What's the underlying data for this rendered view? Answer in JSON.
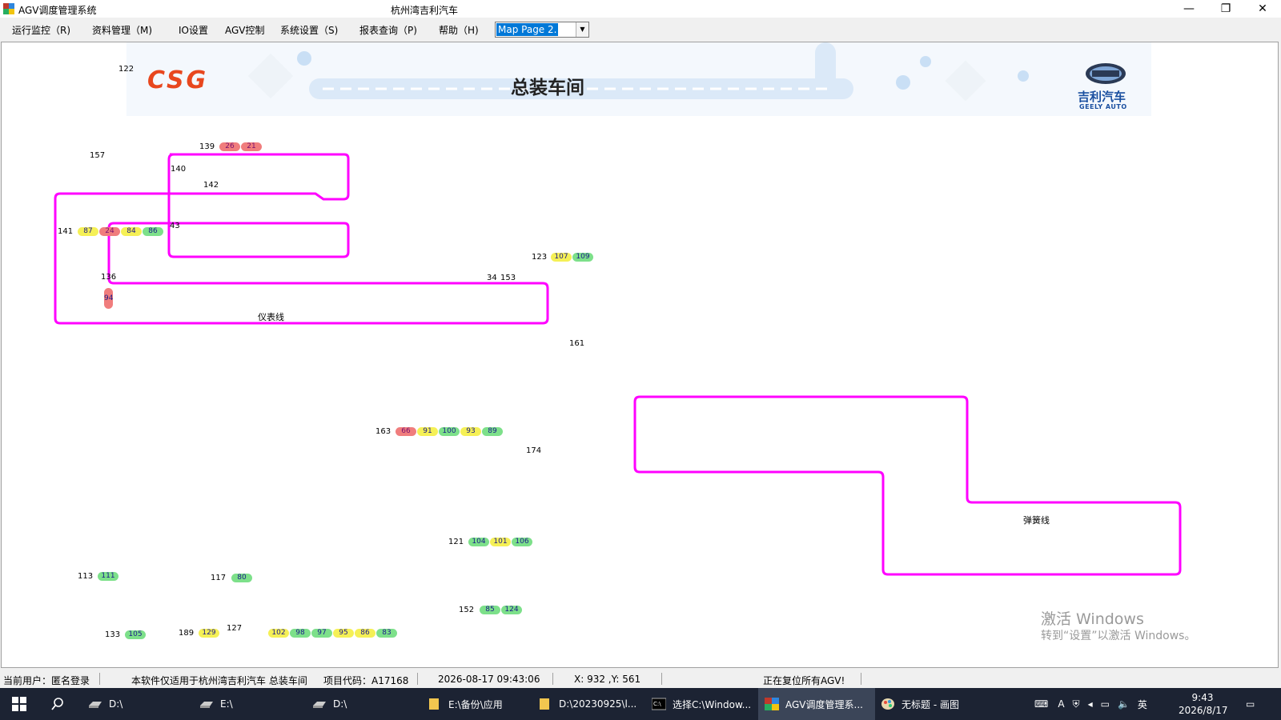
{
  "window": {
    "title": "AGV调度管理系统",
    "center_title": "杭州湾吉利汽车",
    "minimize": "—",
    "restore": "❐",
    "close": "✕"
  },
  "menu": [
    {
      "label": "运行监控（R)"
    },
    {
      "label": "资料管理（M)"
    },
    {
      "label": "IO设置"
    },
    {
      "label": "AGV控制"
    },
    {
      "label": "系统设置（S)"
    },
    {
      "label": "报表查询（P)"
    },
    {
      "label": "帮助（H)"
    }
  ],
  "map_select": {
    "value": "Map Page 2."
  },
  "banner": {
    "title": "总装车间",
    "brand_left": "CSG",
    "brand_right_cn": "吉利汽车",
    "brand_right_en": "GEELY AUTO"
  },
  "lines": {
    "line1": "仪表线",
    "line2": "弹簧线"
  },
  "stations": {
    "s122": "122",
    "s157": "157",
    "s139": "139",
    "s140": "140",
    "s142": "142",
    "s141": "141",
    "s143": "43",
    "s136": "136",
    "s34": "34",
    "s153": "153",
    "s123": "123",
    "s161": "161",
    "s163": "163",
    "s174": "174",
    "s121": "121",
    "s113": "113",
    "s117": "117",
    "s152": "152",
    "s127": "127",
    "s133": "133",
    "s189": "189"
  },
  "agv_groups": {
    "g139": [
      {
        "id": "26",
        "color": "red"
      },
      {
        "id": "21",
        "color": "red"
      }
    ],
    "g141": [
      {
        "id": "87",
        "color": "yellow"
      },
      {
        "id": "24",
        "color": "red"
      },
      {
        "id": "84",
        "color": "yellow"
      },
      {
        "id": "86",
        "color": "green"
      }
    ],
    "g136": [
      {
        "id": "94",
        "color": "red"
      }
    ],
    "g123": [
      {
        "id": "107",
        "color": "yellow"
      },
      {
        "id": "109",
        "color": "green"
      }
    ],
    "g163": [
      {
        "id": "66",
        "color": "red"
      },
      {
        "id": "91",
        "color": "yellow"
      },
      {
        "id": "100",
        "color": "green"
      },
      {
        "id": "93",
        "color": "yellow"
      },
      {
        "id": "89",
        "color": "green"
      }
    ],
    "g121": [
      {
        "id": "104",
        "color": "green"
      },
      {
        "id": "101",
        "color": "yellow"
      },
      {
        "id": "106",
        "color": "green"
      }
    ],
    "g113": [
      {
        "id": "111",
        "color": "green"
      }
    ],
    "g117": [
      {
        "id": "80",
        "color": "green"
      }
    ],
    "g152": [
      {
        "id": "85",
        "color": "green"
      },
      {
        "id": "124",
        "color": "green"
      }
    ],
    "g133": [
      {
        "id": "105",
        "color": "green"
      }
    ],
    "g189": [
      {
        "id": "129",
        "color": "yellow"
      }
    ],
    "g127": [
      {
        "id": "102",
        "color": "yellow"
      },
      {
        "id": "98",
        "color": "green"
      },
      {
        "id": "97",
        "color": "green"
      },
      {
        "id": "95",
        "color": "yellow"
      },
      {
        "id": "86",
        "color": "yellow"
      },
      {
        "id": "83",
        "color": "green"
      }
    ]
  },
  "watermark": {
    "line1": "激活 Windows",
    "line2": "转到“设置”以激活 Windows。"
  },
  "status": {
    "user": "当前用户：匿名登录",
    "notice": "本软件仅适用于杭州湾吉利汽车 总装车间",
    "project": "项目代码：A17168",
    "datetime": "2026-08-17   09:43:06",
    "coords": "X:   932 ,Y:   561",
    "message": "正在复位所有AGV!"
  },
  "taskbar": {
    "items": [
      {
        "label": "D:\\"
      },
      {
        "label": "E:\\"
      },
      {
        "label": "D:\\"
      },
      {
        "label": "E:\\备份\\应用"
      },
      {
        "label": "D:\\20230925\\l..."
      },
      {
        "label": "选择C:\\Window..."
      },
      {
        "label": "AGV调度管理系..."
      },
      {
        "label": "无标题 - 画图"
      }
    ],
    "ime": "英",
    "time": "9:43",
    "date": "2026/8/17"
  },
  "colors": {
    "route": "#ff00ff",
    "agv_yellow": "#f5f056",
    "agv_green": "#7de08a",
    "agv_red": "#f07d7d",
    "brand_csg": "#e8471e",
    "brand_geely": "#1a4fa0"
  }
}
